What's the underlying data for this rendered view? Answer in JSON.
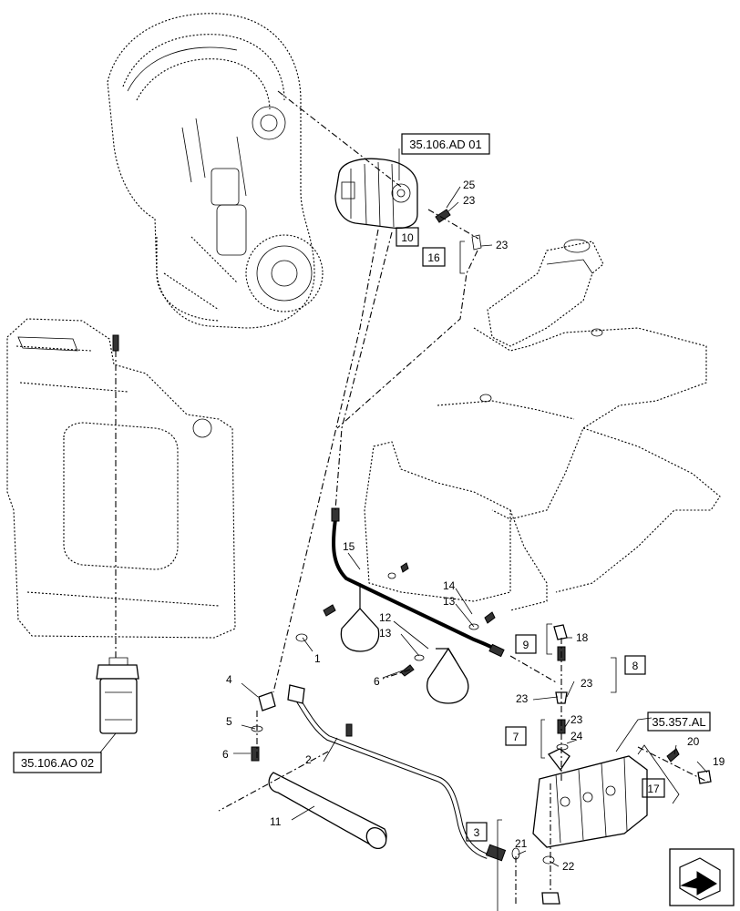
{
  "references": {
    "pump": "35.106.AD 01",
    "filter": "35.106.AO 02",
    "valve": "35.357.AL"
  },
  "boxed_callouts": {
    "c3": "3",
    "c7": "7",
    "c8": "8",
    "c9": "9",
    "c10": "10",
    "c16": "16",
    "c17": "17"
  },
  "callouts": {
    "c1": "1",
    "c2": "2",
    "c4": "4",
    "c5": "5",
    "c6a": "6",
    "c6b": "6",
    "c11": "11",
    "c12": "12",
    "c13a": "13",
    "c13b": "13",
    "c14": "14",
    "c15": "15",
    "c18": "18",
    "c19": "19",
    "c20": "20",
    "c21": "21",
    "c22": "22",
    "c23a": "23",
    "c23b": "23",
    "c23c": "23",
    "c23d": "23",
    "c23e": "23",
    "c24": "24",
    "c25": "25"
  },
  "icons": {
    "nav": "next-page-arrow-icon"
  }
}
